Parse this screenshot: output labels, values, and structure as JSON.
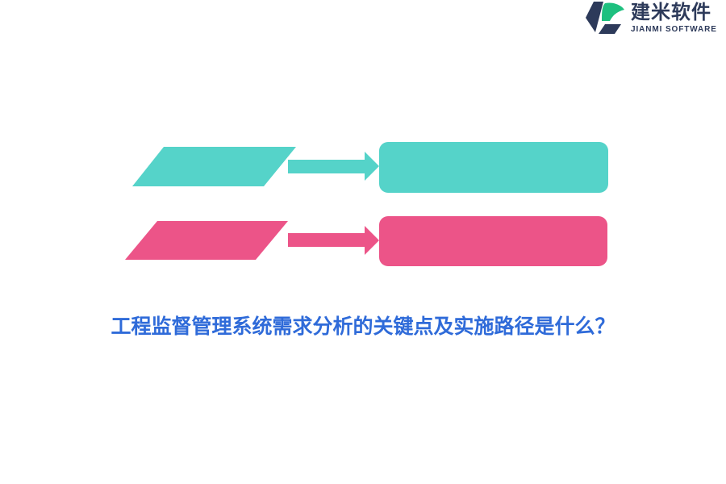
{
  "brand": {
    "name_cn": "建米软件",
    "name_en": "JIANMI SOFTWARE",
    "colors": {
      "navy": "#2d3a5a",
      "green": "#1ec07f"
    }
  },
  "diagram": {
    "rows": [
      {
        "color": "#55d3c9"
      },
      {
        "color": "#ec5488"
      }
    ]
  },
  "title": "工程监督管理系统需求分析的关键点及实施路径是什么？"
}
